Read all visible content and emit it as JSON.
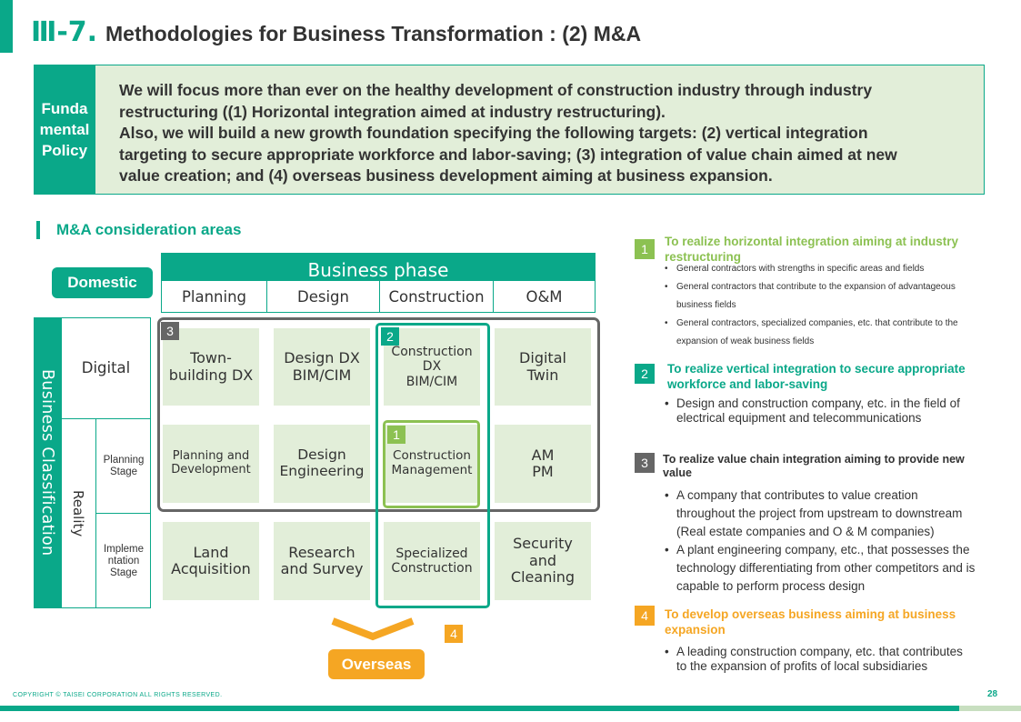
{
  "header": {
    "number": "Ⅲ-7.",
    "title": "Methodologies for Business Transformation : (2) M&A"
  },
  "policy": {
    "label_lines": [
      "Funda",
      "mental",
      "Policy"
    ],
    "lines": [
      "We will focus more than ever on the healthy development of construction industry through industry",
      "restructuring ((1) Horizontal integration aimed at industry restructuring).",
      "Also, we will build a new growth foundation specifying the following targets: (2) vertical integration",
      "targeting to secure appropriate workforce and labor-saving; (3) integration of value chain aimed at new",
      "value creation; and (4) overseas business development aiming at business expansion."
    ]
  },
  "section_title": "M&A consideration areas",
  "matrix": {
    "domestic": "Domestic",
    "business_phase": "Business phase",
    "phases": [
      "Planning",
      "Design",
      "Construction",
      "O&M"
    ],
    "business_classification": "Business Classification",
    "digital": "Digital",
    "reality": "Reality",
    "planning_stage": [
      "Planning",
      "Stage"
    ],
    "implementation_stage": [
      "Impleme",
      "ntation",
      "Stage"
    ],
    "cells": [
      [
        [
          "Town-",
          "building DX"
        ],
        [
          "Design DX",
          "BIM/CIM"
        ],
        [
          "Construction",
          "DX",
          "BIM/CIM"
        ],
        [
          "Digital",
          "Twin"
        ]
      ],
      [
        [
          "Planning and",
          "Development"
        ],
        [
          "Design",
          "Engineering"
        ],
        [
          "Construction",
          "Management"
        ],
        [
          "AM",
          "PM"
        ]
      ],
      [
        [
          "Land",
          "Acquisition"
        ],
        [
          "Research",
          "and Survey"
        ],
        [
          "Specialized",
          "Construction"
        ],
        [
          "Security",
          "and",
          "Cleaning"
        ]
      ]
    ],
    "overseas": "Overseas",
    "badges": [
      "1",
      "2",
      "3",
      "4"
    ]
  },
  "targets": [
    {
      "num": "1",
      "title_lines": [
        "To realize horizontal integration aiming at industry",
        "restructuring"
      ],
      "bullets": [
        [
          "General contractors with strengths in specific areas and fields"
        ],
        [
          "General contractors that contribute to the expansion of advantageous",
          "business fields"
        ],
        [
          "General contractors, specialized companies, etc. that contribute to the",
          "expansion of weak business fields"
        ]
      ]
    },
    {
      "num": "2",
      "title_lines": [
        "To realize vertical integration to secure appropriate",
        "workforce and labor-saving"
      ],
      "bullets": [
        [
          "Design and construction company, etc. in the field of",
          "electrical equipment and telecommunications"
        ]
      ]
    },
    {
      "num": "3",
      "title_lines": [
        "To realize value chain integration aiming to provide new",
        "value"
      ],
      "bullets": [
        [
          "A company that contributes to value creation",
          "throughout the project from upstream to downstream",
          "(Real estate companies and O & M companies)"
        ],
        [
          "A plant engineering company, etc., that possesses the",
          "technology differentiating from other competitors and is",
          "capable to perform process design"
        ]
      ]
    },
    {
      "num": "4",
      "title_lines": [
        "To develop overseas business aiming at business",
        "expansion"
      ],
      "bullets": [
        [
          "A leading construction company, etc. that contributes",
          "to the expansion of profits of local subsidiaries"
        ]
      ]
    }
  ],
  "footer": {
    "copyright": "COPYRIGHT © TAISEI CORPORATION ALL RIGHTS RESERVED.",
    "page": "28"
  },
  "colors": {
    "teal": "#0aa889",
    "light_green": "#e2eed9",
    "lime": "#8cc152",
    "gray": "#666666",
    "orange": "#f5a623"
  }
}
